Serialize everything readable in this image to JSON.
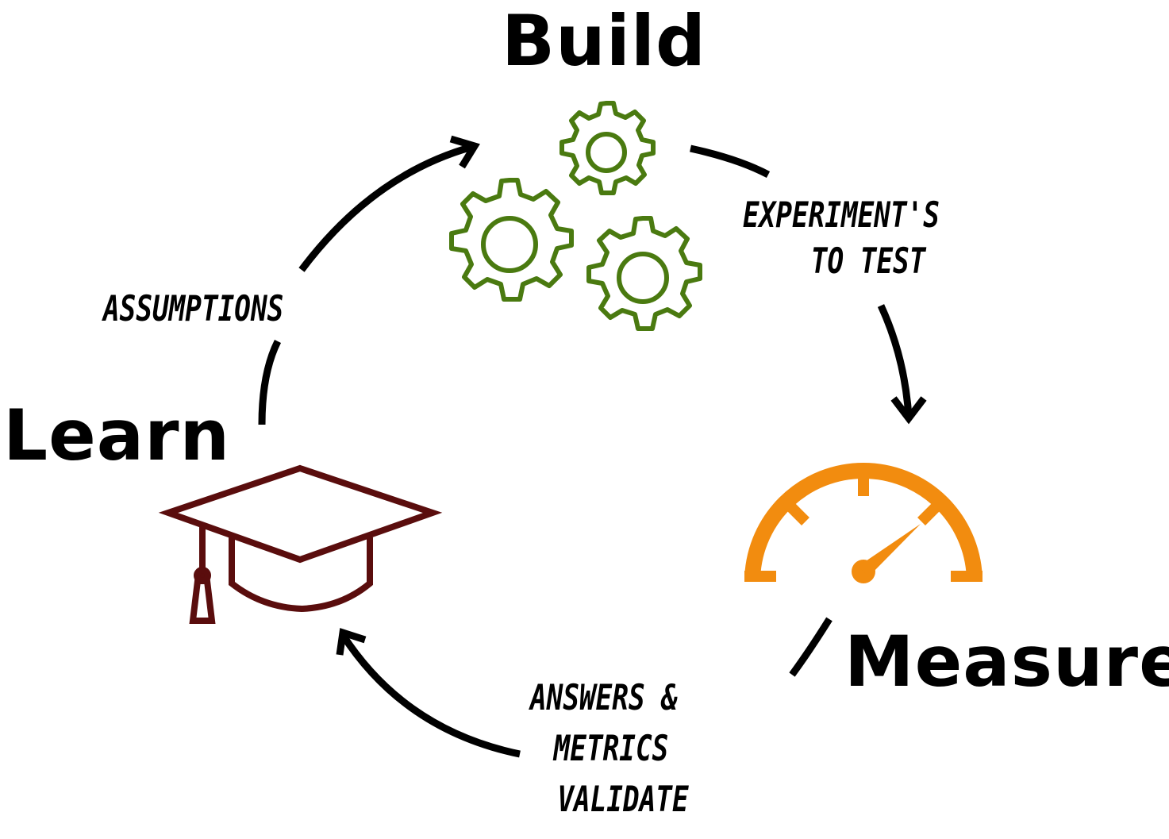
{
  "stages": {
    "build": "Build",
    "measure": "Measure",
    "learn": "Learn"
  },
  "labels": {
    "experiments": [
      "EXPERIMENT'S",
      "TO TEST"
    ],
    "answers": [
      "ANSWERS &",
      "METRICS",
      "VALIDATE"
    ],
    "assumptions": "ASSUMPTIONS"
  },
  "icons": {
    "build": "gears-icon",
    "measure": "speedometer-icon",
    "learn": "graduation-cap-icon"
  },
  "colors": {
    "gears": "#4a7a10",
    "gauge": "#f28c0f",
    "cap": "#5a0d0d",
    "arrows": "#000000"
  }
}
